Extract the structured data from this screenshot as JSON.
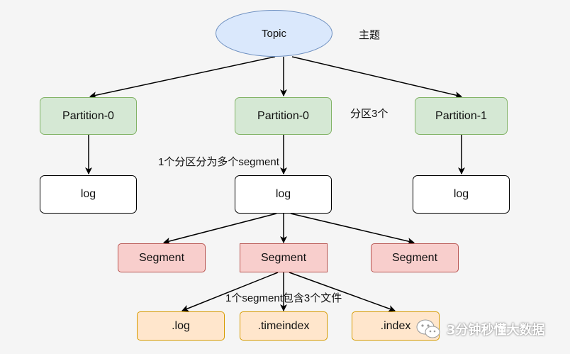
{
  "nodes": {
    "topic": "Topic",
    "partition_left": "Partition-0",
    "partition_center": "Partition-0",
    "partition_right": "Partition-1",
    "log_left": "log",
    "log_center": "log",
    "log_right": "log",
    "segment_left": "Segment",
    "segment_center": "Segment",
    "segment_right": "Segment",
    "file_log": ".log",
    "file_timeindex": ".timeindex",
    "file_index": ".index"
  },
  "annotations": {
    "topic": "主题",
    "partitions": "分区3个",
    "log_segments": "1个分区分为多个segment",
    "segment_files": "1个segment包含3个文件"
  },
  "watermark": {
    "text": "3分钟秒懂大数据",
    "icon": "wechat-icon"
  },
  "colors": {
    "topic_fill": "#dae8fc",
    "partition_fill": "#d5e8d4",
    "log_fill": "#ffffff",
    "segment_fill": "#f8cecc",
    "file_fill": "#ffe6cc",
    "edge": "#000000"
  }
}
